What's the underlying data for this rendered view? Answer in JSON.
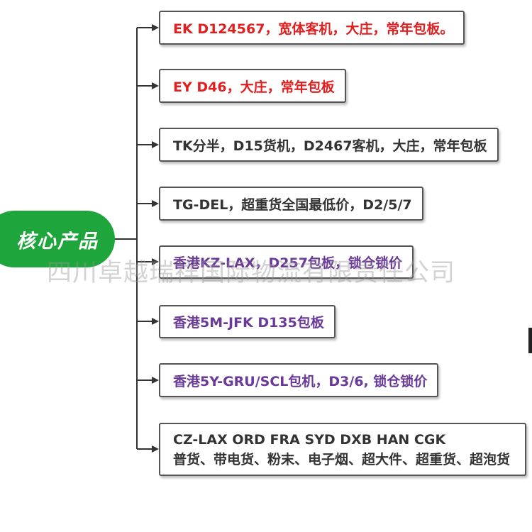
{
  "colors": {
    "root_fill": "#1ea53c",
    "red": "#e02020",
    "dark": "#333333",
    "purple": "#6a3a98",
    "line": "#333333"
  },
  "root": {
    "label": "核心产品"
  },
  "items": [
    {
      "text": "EK  D124567，宽体客机，大庄，常年包板。",
      "color": "red"
    },
    {
      "text": "EY  D46，大庄，常年包板",
      "color": "red"
    },
    {
      "text": "TK分半，D15货机，D2467客机，大庄，常年包板",
      "color": "dark"
    },
    {
      "text": "TG-DEL，超重货全国最低价，D2/5/7",
      "color": "dark"
    },
    {
      "text": "香港KZ-LAX，D257包板，锁仓锁价",
      "color": "purple"
    },
    {
      "text": "香港5M-JFK D135包板",
      "color": "purple"
    },
    {
      "text": "香港5Y-GRU/SCL包机，D3/6, 锁仓锁价",
      "color": "purple"
    },
    {
      "text": "CZ-LAX ORD FRA SYD DXB HAN CGK",
      "text2": "普货、带电货、粉末、电子烟、超大件、超重货、超泡货",
      "color": "dark"
    }
  ],
  "watermark": "四川卓越瑞祥国际物流有限责任公司"
}
